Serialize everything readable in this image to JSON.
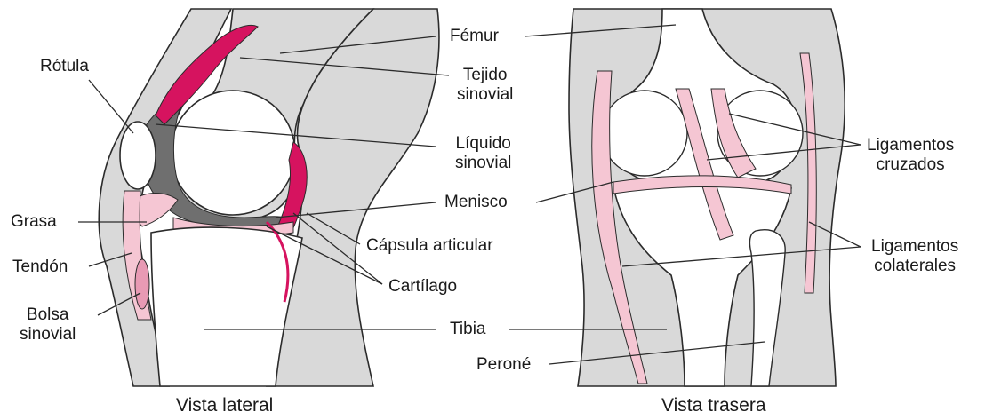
{
  "colors": {
    "bone_gray": "#d9d9d9",
    "dark_gray": "#8a8a8a",
    "soft_tissue_pink": "#f5c6d3",
    "synovial_magenta": "#d6135f",
    "outline": "#2b2b2b",
    "background": "#ffffff"
  },
  "labels": {
    "femur": "Fémur",
    "rotula": "Rótula",
    "tejido_1": "Tejido",
    "tejido_2": "sinovial",
    "liquido_1": "Líquido",
    "liquido_2": "sinovial",
    "menisco": "Menisco",
    "grasa": "Grasa",
    "capsula": "Cápsula articular",
    "tendon": "Tendón",
    "cartilago": "Cartílago",
    "bolsa_1": "Bolsa",
    "bolsa_2": "sinovial",
    "tibia": "Tibia",
    "perone": "Peroné",
    "lig_cruzados_1": "Ligamentos",
    "lig_cruzados_2": "cruzados",
    "lig_colaterales_1": "Ligamentos",
    "lig_colaterales_2": "colaterales"
  },
  "captions": {
    "lateral": "Vista lateral",
    "trasera": "Vista trasera"
  }
}
